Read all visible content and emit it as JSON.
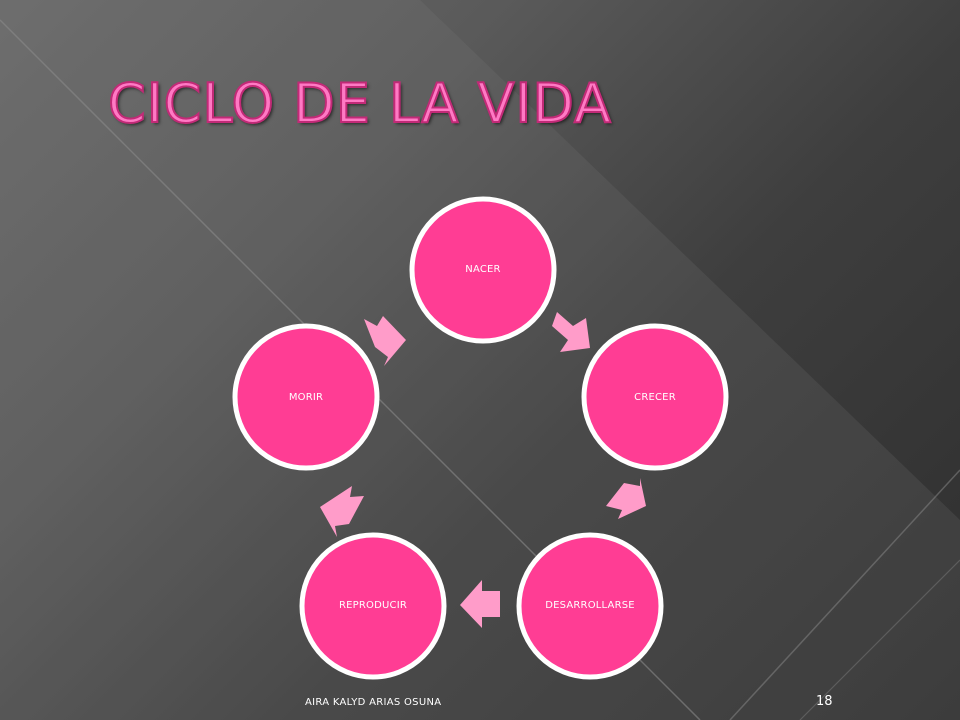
{
  "slide": {
    "title": "CICLO DE LA VIDA",
    "footer_author": "AIRA KALYD ARIAS OSUNA",
    "page_number": "18"
  },
  "diagram": {
    "type": "cycle",
    "nodes": [
      {
        "label": "NACER"
      },
      {
        "label": "CRECER"
      },
      {
        "label": "DESARROLLARSE"
      },
      {
        "label": "REPRODUCIR"
      },
      {
        "label": "MORIR"
      }
    ],
    "node_color": "#ff3d94",
    "node_border_color": "#ffffff",
    "arrow_color": "#ff9cc9"
  },
  "colors": {
    "title": "#ff79c4",
    "background_dark": "#2e2e2e",
    "background_light": "#6a6a6a"
  }
}
